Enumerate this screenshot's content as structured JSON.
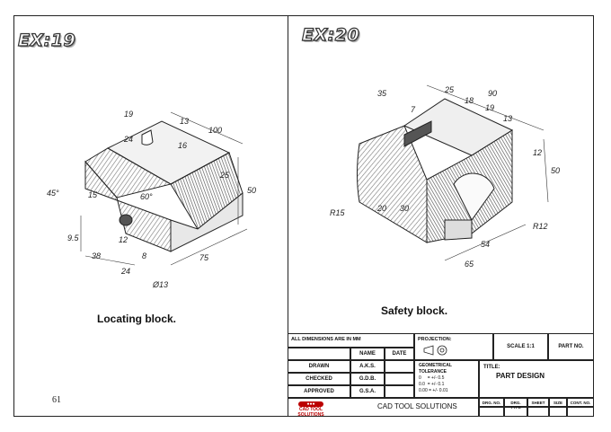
{
  "left": {
    "ex_title": "EX:19",
    "caption": "Locating block.",
    "page_number": "61",
    "dims": {
      "d19": "19",
      "d13": "13",
      "d24": "24",
      "d16": "16",
      "d100": "100",
      "d45": "45°",
      "d25": "25",
      "d60": "60°",
      "d15": "15",
      "d50": "50",
      "d95": "9.5",
      "d12": "12",
      "d8": "8",
      "d38": "38",
      "d24b": "24",
      "d75": "75",
      "phi13": "Ø13"
    }
  },
  "right": {
    "ex_title": "EX:20",
    "caption": "Safety block.",
    "dims": {
      "d35": "35",
      "d25": "25",
      "d90": "90",
      "d18": "18",
      "d19": "19",
      "d13": "13",
      "d7": "7",
      "d12": "12",
      "d50": "50",
      "r15": "R15",
      "d20": "20",
      "d30": "30",
      "d54": "54",
      "d65": "65",
      "r12": "R12"
    }
  },
  "title_block": {
    "all_dims": "ALL DIMENSIONS ARE IN MM",
    "projection": "PROJECTION:",
    "scale": "SCALE  1:1",
    "part_no": "PART NO.",
    "name": "NAME",
    "date": "DATE",
    "drawn": "DRAWN",
    "drawn_name": "A.K.S.",
    "checked": "CHECKED",
    "checked_name": "G.D.B.",
    "approved": "APPROVED",
    "approved_name": "G.S.A.",
    "geo_tol": "GEOMETRICAL TOLERANCE",
    "tol1": "0     = +/- 0.5",
    "tol2": "0.0  = +/- 0.1",
    "tol3": "0.00 = +/- 0.01",
    "title_label": "TITLE:",
    "title_value": "PART DESIGN",
    "company": "CAD TOOL SOLUTIONS",
    "dwg_no": "DRG. NO.",
    "drg_type": "DRG. TYPE",
    "sheet": "SHEET",
    "size": "SIZE",
    "cont_no": "CONT. NO.",
    "logo_text": "CAD TOOL SOLUTIONS"
  }
}
